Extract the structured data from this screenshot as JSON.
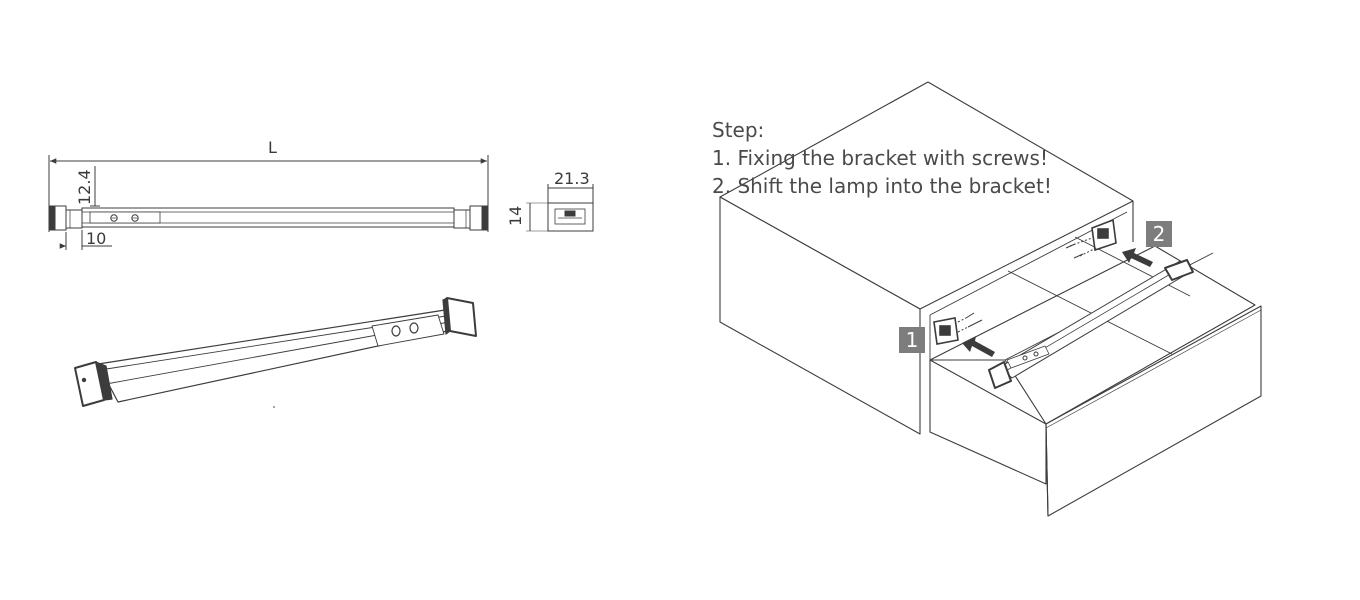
{
  "dimensions": {
    "length": "L",
    "height": "12.4",
    "offset": "10",
    "bracket_width": "21.3",
    "bracket_height": "14"
  },
  "instructions": {
    "heading": "Step:",
    "steps": [
      "1. Fixing the bracket with screws!",
      "2. Shift the lamp into the bracket!"
    ]
  },
  "badges": {
    "step1": "1",
    "step2": "2"
  },
  "colors": {
    "line": "#3c3c3c",
    "badge": "#7d7d7d",
    "text": "#4a4a4a"
  }
}
